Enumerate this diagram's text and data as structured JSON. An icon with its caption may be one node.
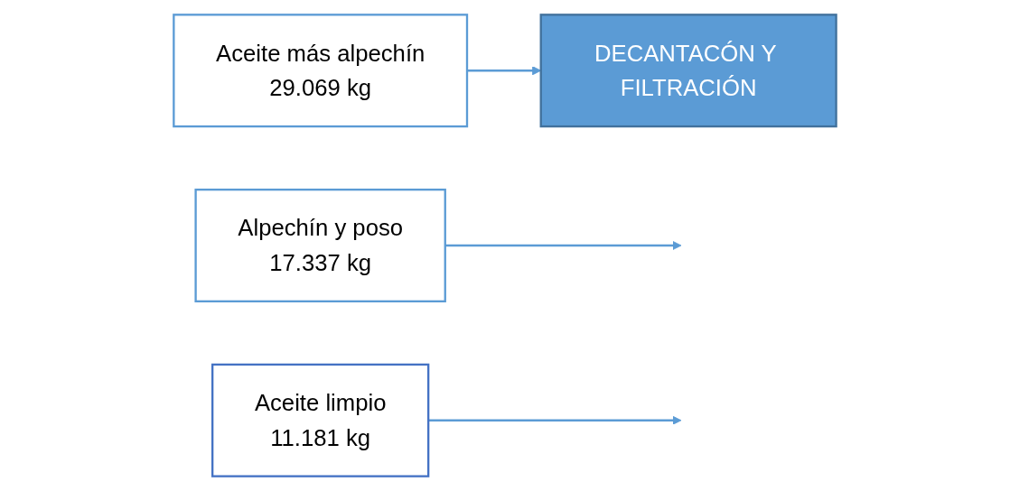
{
  "diagram": {
    "nodes": [
      {
        "text": [
          "Aceite más alpechín",
          "29.069 kg"
        ]
      },
      {
        "text": [
          "DECANTACÓN Y FILTRACIÓN"
        ]
      },
      {
        "text": [
          "Alpechín y poso",
          "17.337 kg"
        ]
      },
      {
        "text": [
          "Aceite limpio",
          "11.181 kg"
        ]
      }
    ],
    "edges": [
      {
        "from": 0,
        "to": 1,
        "arrow": "to"
      },
      {
        "from": 2,
        "to": null,
        "arrow": "to"
      },
      {
        "from": 3,
        "to": null,
        "arrow": "to"
      }
    ]
  }
}
